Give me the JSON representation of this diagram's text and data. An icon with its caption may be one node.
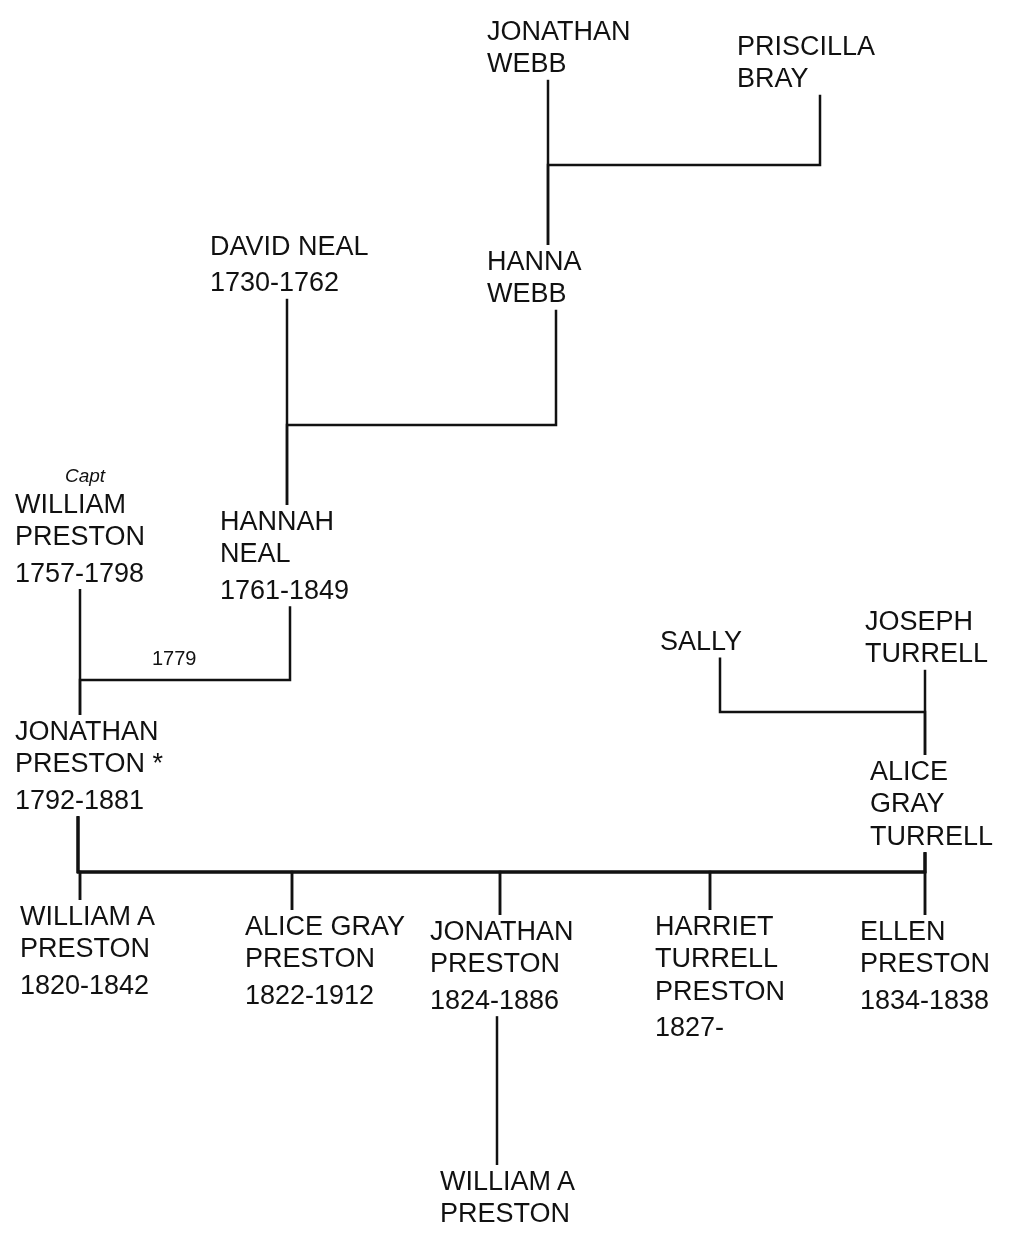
{
  "diagram": {
    "nodes": [
      {
        "text": [
          "JONATHAN WEBB"
        ]
      },
      {
        "text": [
          "PRISCILLA BRAY"
        ]
      },
      {
        "text": [
          "DAVID NEAL",
          "1730-1762"
        ]
      },
      {
        "text": [
          "HANNA WEBB"
        ]
      },
      {
        "text": [
          "Capt",
          "WILLIAM PRESTON",
          "1757-1798"
        ]
      },
      {
        "text": [
          "HANNAH NEAL",
          "1761-1849"
        ]
      },
      {
        "text": [
          "SALLY"
        ]
      },
      {
        "text": [
          "JOSEPH TURRELL"
        ]
      },
      {
        "text": [
          "JONATHAN PRESTON *",
          "1792-1881"
        ]
      },
      {
        "text": [
          "ALICE GRAY TURRELL"
        ]
      },
      {
        "text": [
          "WILLIAM A PRESTON",
          "1820-1842"
        ]
      },
      {
        "text": [
          "ALICE GRAY PRESTON",
          "1822-1912"
        ]
      },
      {
        "text": [
          "JONATHAN PRESTON",
          "1824-1886"
        ]
      },
      {
        "text": [
          "HARRIET TURRELL PRESTON",
          "1827-"
        ]
      },
      {
        "text": [
          "ELLEN PRESTON",
          "1834-1838"
        ]
      },
      {
        "text": [
          "WILLIAM A PRESTON"
        ]
      }
    ],
    "edges": [
      {
        "from": 0,
        "to": 3,
        "arrow": "none"
      },
      {
        "from": 1,
        "to": 3,
        "arrow": "none"
      },
      {
        "from": 2,
        "to": 5,
        "arrow": "none"
      },
      {
        "from": 3,
        "to": 5,
        "arrow": "none"
      },
      {
        "from": 4,
        "to": 8,
        "arrow": "none"
      },
      {
        "from": 5,
        "to": 8,
        "label": "1779",
        "arrow": "none"
      },
      {
        "from": 6,
        "to": 9,
        "arrow": "none"
      },
      {
        "from": 7,
        "to": 9,
        "arrow": "none"
      },
      {
        "from": 8,
        "to": 10,
        "arrow": "none"
      },
      {
        "from": 8,
        "to": 11,
        "arrow": "none"
      },
      {
        "from": 8,
        "to": 12,
        "arrow": "none"
      },
      {
        "from": 8,
        "to": 13,
        "arrow": "none"
      },
      {
        "from": 8,
        "to": 14,
        "arrow": "none"
      },
      {
        "from": 9,
        "to": 10,
        "arrow": "none"
      },
      {
        "from": 9,
        "to": 11,
        "arrow": "none"
      },
      {
        "from": 9,
        "to": 12,
        "arrow": "none"
      },
      {
        "from": 9,
        "to": 13,
        "arrow": "none"
      },
      {
        "from": 9,
        "to": 14,
        "arrow": "none"
      },
      {
        "from": 12,
        "to": 15,
        "arrow": "none"
      }
    ]
  }
}
